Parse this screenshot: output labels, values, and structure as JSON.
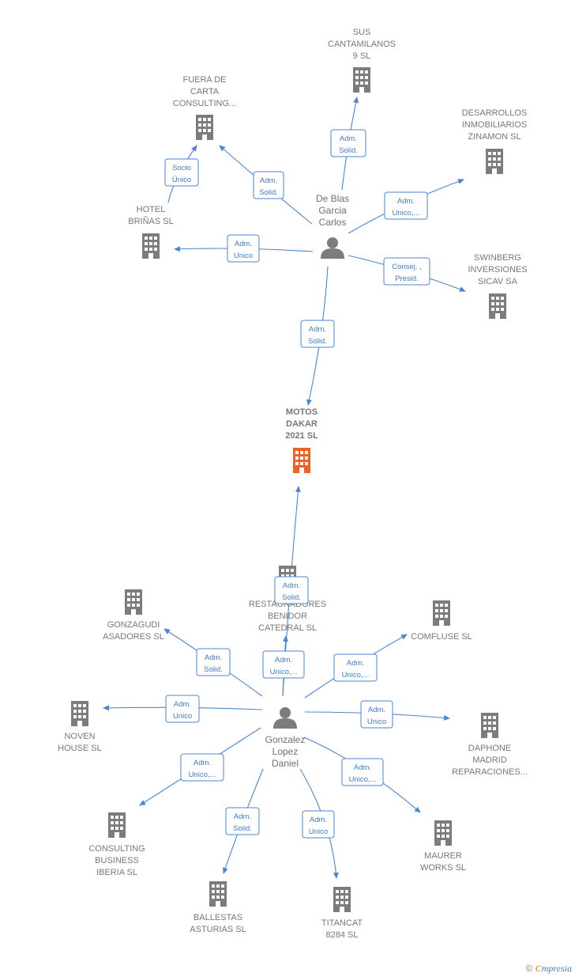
{
  "colors": {
    "edge": "#4a86d4",
    "building": "#7c7c7c",
    "focus_building": "#f0602a",
    "person": "#7c7c7c"
  },
  "companies": [
    {
      "id": "sus",
      "icon": "building-icon",
      "lines": [
        "SUS",
        "CANTAMILANOS",
        "9 SL"
      ]
    },
    {
      "id": "fuera",
      "icon": "building-icon",
      "lines": [
        "FUERA DE",
        "CARTA",
        "CONSULTING..."
      ]
    },
    {
      "id": "desarrollos",
      "icon": "building-icon",
      "lines": [
        "DESARROLLOS",
        "INMOBILIARIOS",
        "ZINAMON SL"
      ]
    },
    {
      "id": "hotel",
      "icon": "building-icon",
      "lines": [
        "HOTEL",
        "BRIÑAS SL"
      ]
    },
    {
      "id": "swinberg",
      "icon": "building-icon",
      "lines": [
        "SWINBERG",
        "INVERSIONES",
        "SICAV SA"
      ]
    },
    {
      "id": "motos",
      "icon": "building-icon",
      "focus": true,
      "lines": [
        "MOTOS",
        "DAKAR",
        "2021 SL"
      ]
    },
    {
      "id": "restauradores",
      "icon": "building-icon",
      "lines": [
        "RESTAURADORES",
        "BENIDOR",
        "CATEDRAL SL"
      ]
    },
    {
      "id": "gonzagudi",
      "icon": "building-icon",
      "lines": [
        "GONZAGUDI",
        "ASADORES SL"
      ]
    },
    {
      "id": "comfluse",
      "icon": "building-icon",
      "lines": [
        "COMFLUSE SL"
      ]
    },
    {
      "id": "noven",
      "icon": "building-icon",
      "lines": [
        "NOVEN",
        "HOUSE SL"
      ]
    },
    {
      "id": "daphone",
      "icon": "building-icon",
      "lines": [
        "DAPHONE",
        "MADRID",
        "REPARACIONES..."
      ]
    },
    {
      "id": "consulting",
      "icon": "building-icon",
      "lines": [
        "CONSULTING",
        "BUSINESS",
        "IBERIA SL"
      ]
    },
    {
      "id": "maurer",
      "icon": "building-icon",
      "lines": [
        "MAURER",
        "WORKS SL"
      ]
    },
    {
      "id": "ballestas",
      "icon": "building-icon",
      "lines": [
        "BALLESTAS",
        "ASTURIAS SL"
      ]
    },
    {
      "id": "titancat",
      "icon": "building-icon",
      "lines": [
        "TITANCAT",
        "8284 SL"
      ]
    }
  ],
  "persons": [
    {
      "id": "deblas",
      "icon": "person-icon",
      "lines": [
        "De Blas",
        "Garcia",
        "Carlos"
      ]
    },
    {
      "id": "gonzalez",
      "icon": "person-icon",
      "lines": [
        "Gonzalez",
        "Lopez",
        "Daniel"
      ]
    }
  ],
  "edges": [
    {
      "id": "e1",
      "lines": [
        "Adm.",
        "Solid."
      ]
    },
    {
      "id": "e2",
      "lines": [
        "Adm.",
        "Solid."
      ]
    },
    {
      "id": "e3",
      "lines": [
        "Socio",
        "Único"
      ]
    },
    {
      "id": "e4",
      "lines": [
        "Adm.",
        "Unico,..."
      ]
    },
    {
      "id": "e5",
      "lines": [
        "Adm.",
        "Unico"
      ]
    },
    {
      "id": "e6",
      "lines": [
        "Consej. ,",
        "Presid."
      ]
    },
    {
      "id": "e7",
      "lines": [
        "Adm.",
        "Solid."
      ]
    },
    {
      "id": "e8",
      "lines": [
        "Adm.",
        "Solid."
      ]
    },
    {
      "id": "e9",
      "lines": [
        "Adm.",
        "Unico,..."
      ]
    },
    {
      "id": "e10",
      "lines": [
        "Adm.",
        "Solid."
      ]
    },
    {
      "id": "e11",
      "lines": [
        "Adm.",
        "Unico,..."
      ]
    },
    {
      "id": "e12",
      "lines": [
        "Adm.",
        "Unico"
      ]
    },
    {
      "id": "e13",
      "lines": [
        "Adm.",
        "Unico"
      ]
    },
    {
      "id": "e14",
      "lines": [
        "Adm.",
        "Unico,..."
      ]
    },
    {
      "id": "e15",
      "lines": [
        "Adm.",
        "Unico,..."
      ]
    },
    {
      "id": "e16",
      "lines": [
        "Adm.",
        "Solid."
      ]
    },
    {
      "id": "e17",
      "lines": [
        "Adm.",
        "Unico"
      ]
    }
  ],
  "footer": {
    "copyright": "©",
    "brand_initial": "C",
    "brand_rest": "mpresia"
  }
}
